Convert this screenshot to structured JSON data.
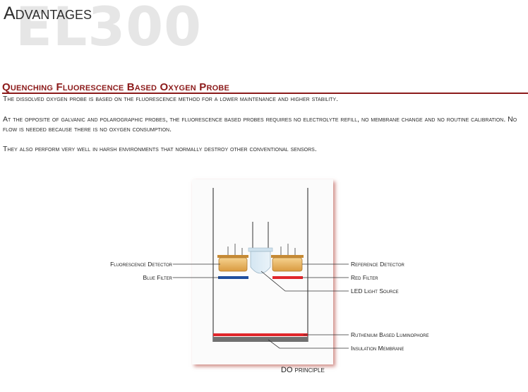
{
  "header": {
    "title": "Advantages",
    "watermark": "EL300"
  },
  "section": {
    "title": "Quenching Fluorescence Based Oxygen Probe",
    "paragraphs": [
      "The dissolved oxygen probe is based on the fluorescence method for a lower maintenance and higher stability.",
      "At the opposite of galvanic and polarographic probes, the fluorescence based probes requires no electrolyte refill, no membrane change and no routine calibration. No flow is needed because there is no oxygen consumption.",
      "They also perform very well in harsh environments that normally destroy other conventional sensors."
    ]
  },
  "diagram": {
    "labels": {
      "fluorescence_detector": "Fluorescence Detector",
      "blue_filter": "Blue Filter",
      "reference_detector": "Reference Detector",
      "red_filter": "Red Filter",
      "led_light_source": "LED Light Source",
      "ruthenium_luminophore": "Ruthenium Based Luminophore",
      "insulation_membrane": "Insulation Membrane"
    },
    "caption": "DO principle",
    "colors": {
      "accent": "#8c1a1a",
      "blue_filter": "#1f4fa0",
      "red_filter": "#e0262b",
      "detector": "#e7b25a",
      "membrane": "#707070",
      "luminophore": "#e0262b"
    }
  }
}
